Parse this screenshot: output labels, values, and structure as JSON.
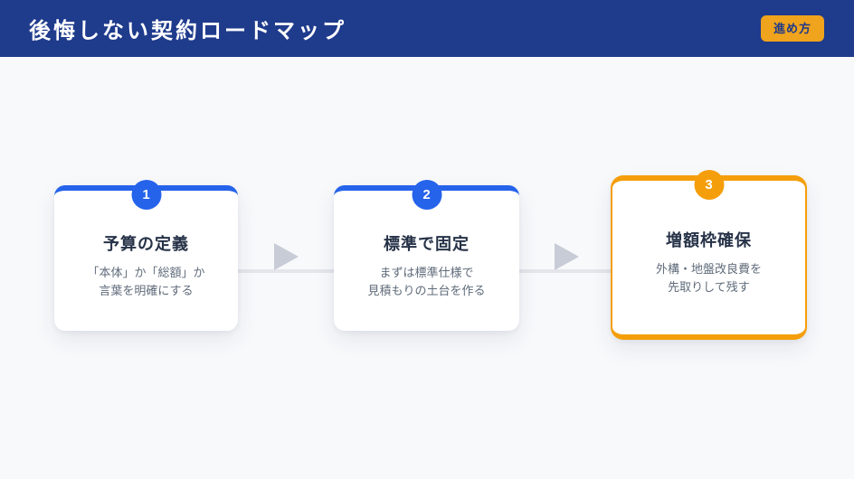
{
  "header": {
    "title": "後悔しない契約ロードマップ",
    "action_button": "進め方"
  },
  "steps": [
    {
      "number": "1",
      "title": "予算の定義",
      "desc_line1": "「本体」か「総額」か",
      "desc_line2": "言葉を明確にする",
      "accent": "#2563eb"
    },
    {
      "number": "2",
      "title": "標準で固定",
      "desc_line1": "まずは標準仕様で",
      "desc_line2": "見積もりの土台を作る",
      "accent": "#2563eb"
    },
    {
      "number": "3",
      "title": "増額枠確保",
      "desc_line1": "外構・地盤改良費を",
      "desc_line2": "先取りして残す",
      "accent": "#f59e0b"
    }
  ],
  "colors": {
    "header_bg": "#1f3b8c",
    "page_bg": "#f8f9fb",
    "primary_blue": "#2563eb",
    "accent_orange": "#f59e0b",
    "button_bg": "#f0a31c",
    "button_text": "#1e3a8a",
    "connector_gray": "#e4e6eb",
    "arrow_gray": "#c8ccd6",
    "title_text": "#263247",
    "description_text": "#5f6b7a"
  }
}
